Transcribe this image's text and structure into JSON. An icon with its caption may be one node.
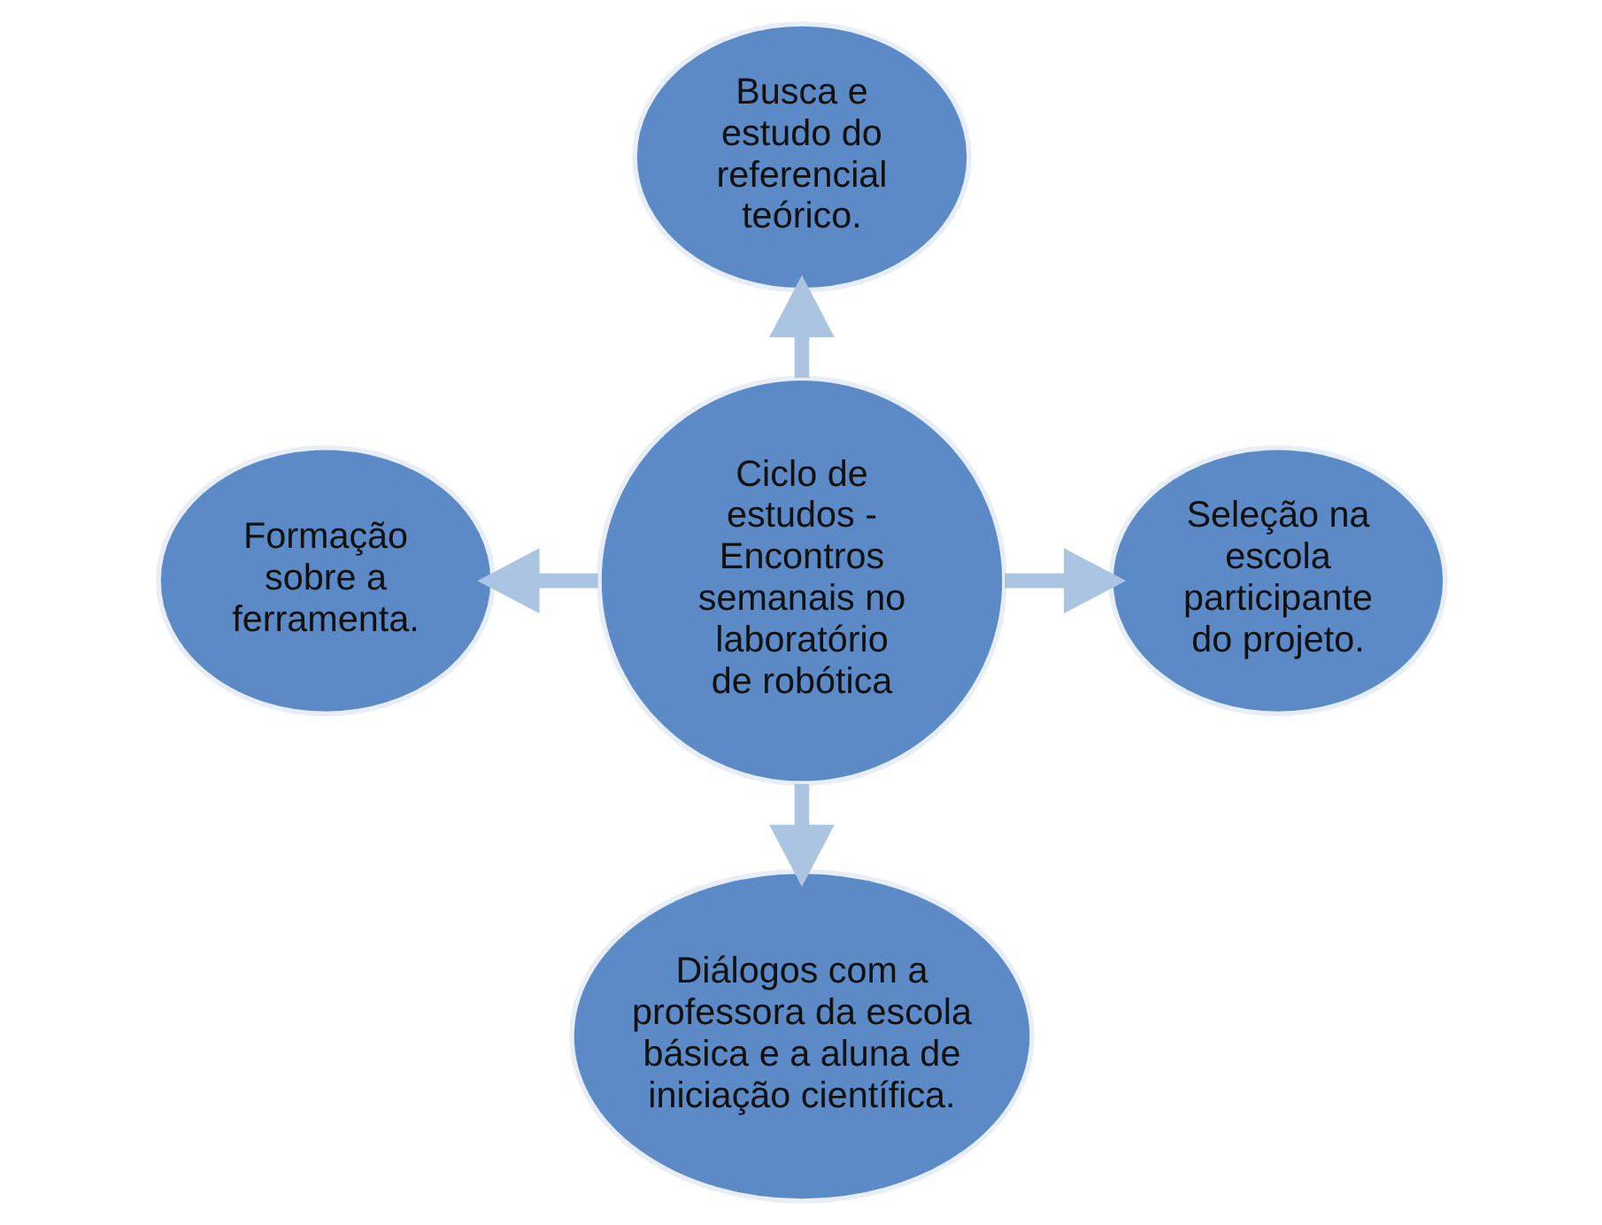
{
  "diagram": {
    "nodes": [
      {
        "text": [
          "Busca e estudo do referencial teórico."
        ]
      },
      {
        "text": [
          "Formação sobre a ferramenta."
        ]
      },
      {
        "text": [
          "Ciclo de estudos - Encontros semanais no laboratório de robótica"
        ]
      },
      {
        "text": [
          "Seleção na escola participante do projeto."
        ]
      },
      {
        "text": [
          "Diálogos com a professora da escola básica e a aluna de iniciação científica."
        ]
      }
    ],
    "edges": [
      {
        "from": 2,
        "to": 0,
        "arrow": "to"
      },
      {
        "from": 2,
        "to": 1,
        "arrow": "to"
      },
      {
        "from": 2,
        "to": 3,
        "arrow": "to"
      },
      {
        "from": 2,
        "to": 4,
        "arrow": "to"
      }
    ]
  }
}
